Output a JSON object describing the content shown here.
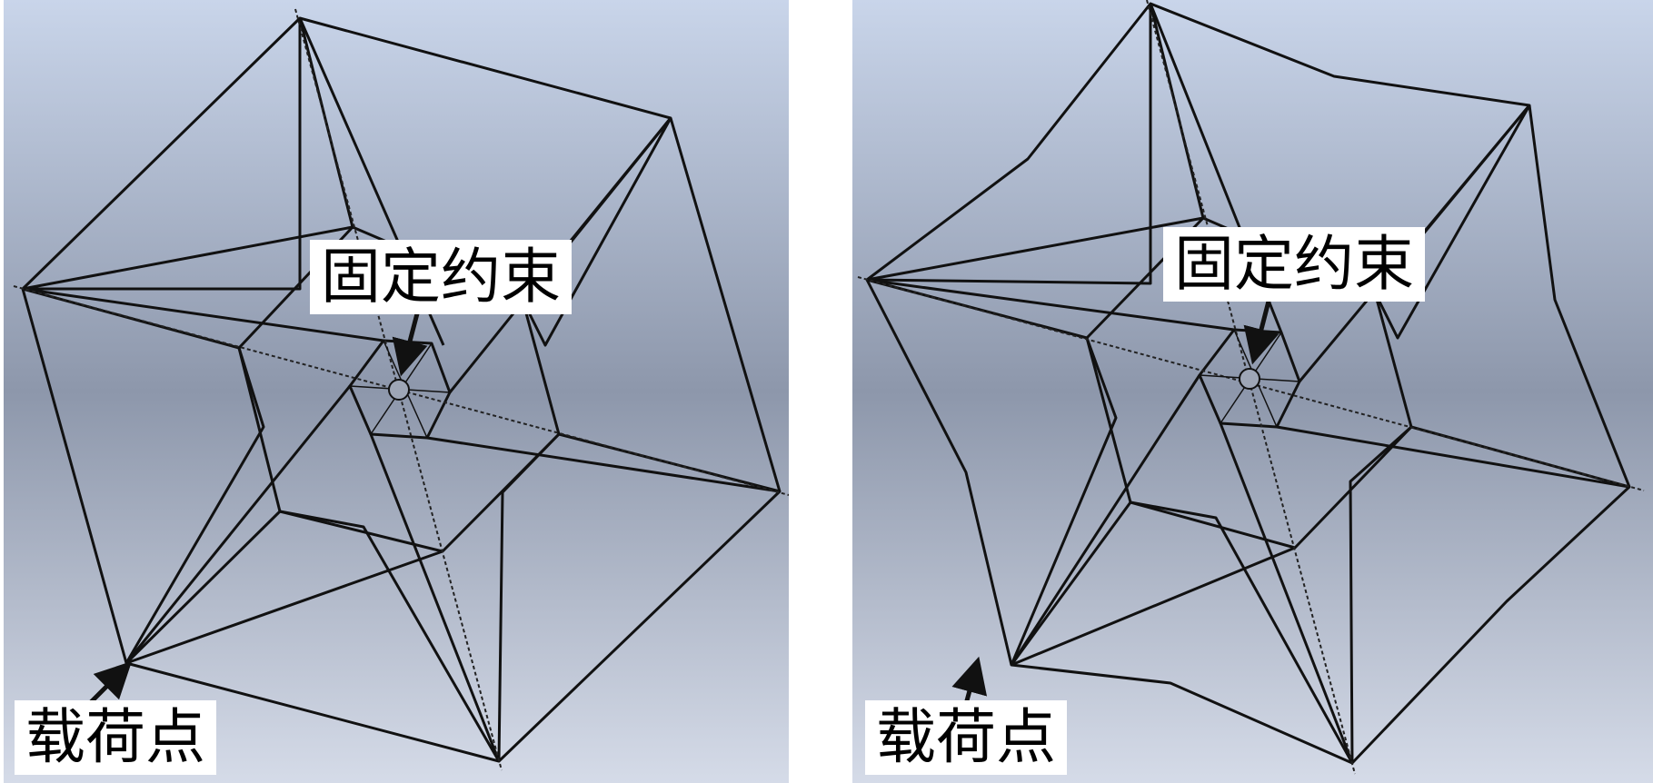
{
  "background": {
    "top": "#c9d5ea",
    "mid": "#8c96aa",
    "bottom": "#d3d9e6"
  },
  "line_color": "#111111",
  "panels": [
    {
      "name": "left",
      "fixed_label": "固定约束",
      "load_label": "载荷点"
    },
    {
      "name": "right",
      "fixed_label": "固定约束",
      "load_label": "载荷点"
    }
  ]
}
